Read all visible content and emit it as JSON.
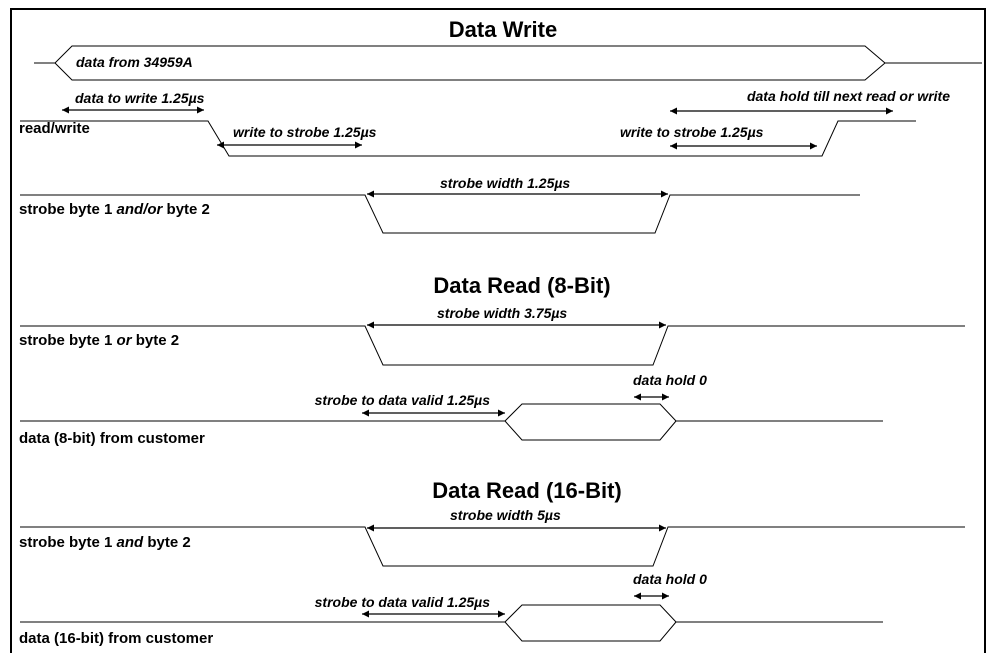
{
  "write": {
    "title": "Data Write",
    "data_from": "data from 34959A",
    "data_to_write": "data to write 1.25µs",
    "hold_till_next": "data hold till next read or write",
    "rw_label": "read/write",
    "write_to_strobe_1": "write to strobe 1.25µs",
    "write_to_strobe_2": "write to strobe 1.25µs",
    "strobe_width": "strobe width 1.25µs",
    "strobe_label_pre": "strobe byte 1 ",
    "strobe_label_em": "and/or",
    "strobe_label_post": " byte 2"
  },
  "read8": {
    "title": "Data Read (8-Bit)",
    "strobe_width": "strobe width 3.75µs",
    "strobe_label_pre": "strobe byte 1 ",
    "strobe_label_em": "or",
    "strobe_label_post": " byte 2",
    "data_hold": "data hold 0",
    "valid": "strobe to data valid 1.25µs",
    "data_label": "data (8-bit) from customer"
  },
  "read16": {
    "title": "Data Read (16-Bit)",
    "strobe_width": "strobe width 5µs",
    "strobe_label_pre": "strobe byte 1 ",
    "strobe_label_em": "and",
    "strobe_label_post": " byte 2",
    "data_hold": "data hold 0",
    "valid": "strobe to data valid 1.25µs",
    "data_label": "data (16-bit) from customer"
  }
}
